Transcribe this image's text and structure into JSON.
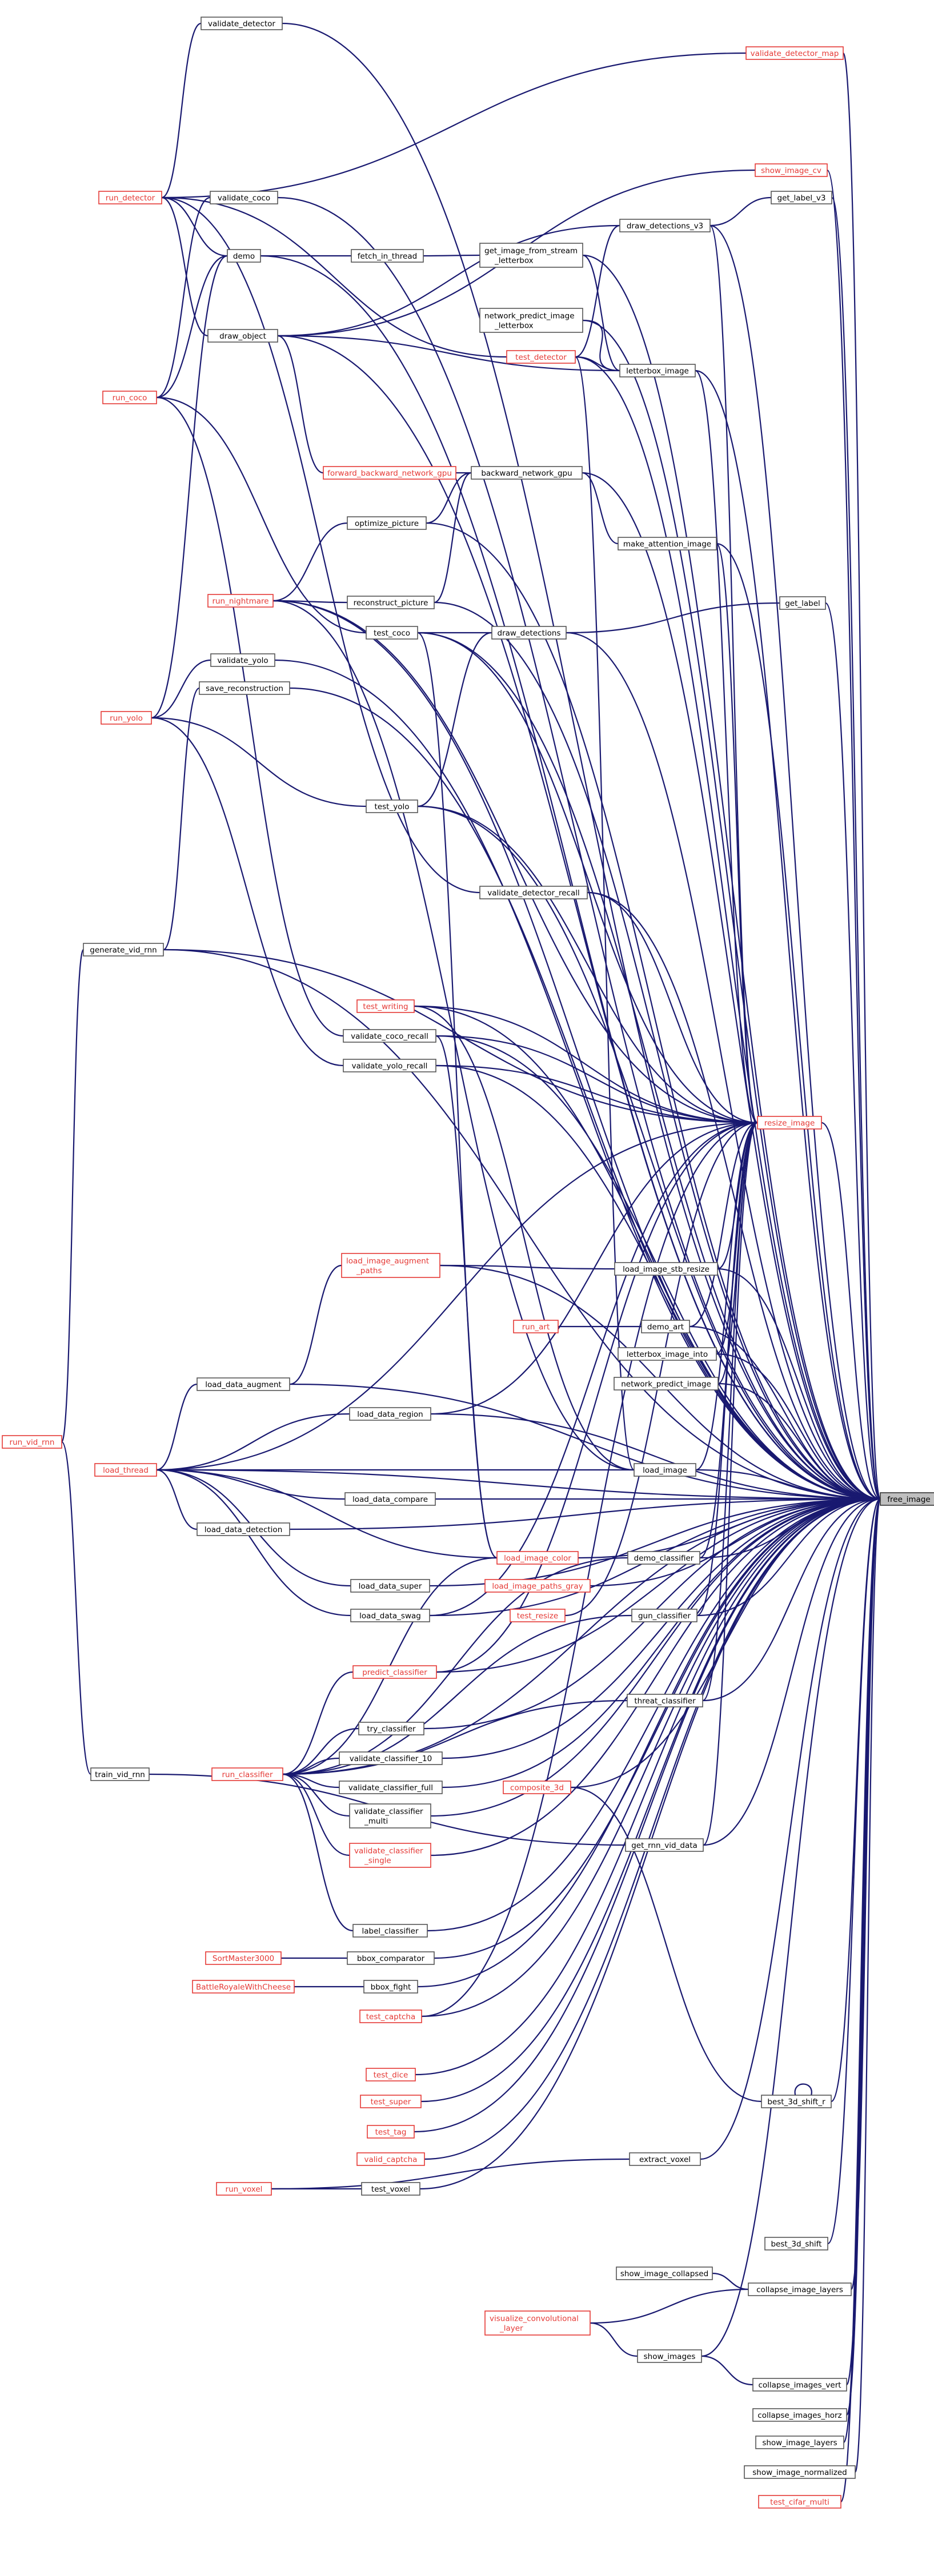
{
  "colors": {
    "edge": "#191970",
    "red_node": "#e53935",
    "target_fill": "#bfbfbf"
  },
  "nodes": [
    {
      "id": "free_image",
      "label": "free_image",
      "red": false,
      "target": true
    },
    {
      "id": "validate_detector",
      "label": "validate_detector",
      "red": false
    },
    {
      "id": "validate_detector_map",
      "label": "validate_detector_map",
      "red": true
    },
    {
      "id": "run_detector",
      "label": "run_detector",
      "red": true
    },
    {
      "id": "validate_coco",
      "label": "validate_coco",
      "red": false
    },
    {
      "id": "show_image_cv",
      "label": "show_image_cv",
      "red": true
    },
    {
      "id": "get_label_v3",
      "label": "get_label_v3",
      "red": false
    },
    {
      "id": "draw_detections_v3",
      "label": "draw_detections_v3",
      "red": false
    },
    {
      "id": "demo",
      "label": "demo",
      "red": false
    },
    {
      "id": "fetch_in_thread",
      "label": "fetch_in_thread",
      "red": false
    },
    {
      "id": "get_image_from_stream_letterbox",
      "label": "get_image_from_stream\n_letterbox",
      "red": false
    },
    {
      "id": "draw_object",
      "label": "draw_object",
      "red": false
    },
    {
      "id": "network_predict_image_letterbox",
      "label": "network_predict_image\n_letterbox",
      "red": false
    },
    {
      "id": "test_detector",
      "label": "test_detector",
      "red": true
    },
    {
      "id": "letterbox_image",
      "label": "letterbox_image",
      "red": false
    },
    {
      "id": "run_coco",
      "label": "run_coco",
      "red": true
    },
    {
      "id": "forward_backward_network_gpu",
      "label": "forward_backward_network_gpu",
      "red": true
    },
    {
      "id": "backward_network_gpu",
      "label": "backward_network_gpu",
      "red": false
    },
    {
      "id": "optimize_picture",
      "label": "optimize_picture",
      "red": false
    },
    {
      "id": "make_attention_image",
      "label": "make_attention_image",
      "red": false
    },
    {
      "id": "run_nightmare",
      "label": "run_nightmare",
      "red": true
    },
    {
      "id": "reconstruct_picture",
      "label": "reconstruct_picture",
      "red": false
    },
    {
      "id": "get_label",
      "label": "get_label",
      "red": false
    },
    {
      "id": "test_coco",
      "label": "test_coco",
      "red": false
    },
    {
      "id": "draw_detections",
      "label": "draw_detections",
      "red": false
    },
    {
      "id": "validate_yolo",
      "label": "validate_yolo",
      "red": false
    },
    {
      "id": "save_reconstruction",
      "label": "save_reconstruction",
      "red": false
    },
    {
      "id": "run_yolo",
      "label": "run_yolo",
      "red": true
    },
    {
      "id": "test_yolo",
      "label": "test_yolo",
      "red": false
    },
    {
      "id": "validate_detector_recall",
      "label": "validate_detector_recall",
      "red": false
    },
    {
      "id": "generate_vid_rnn",
      "label": "generate_vid_rnn",
      "red": false
    },
    {
      "id": "test_writing",
      "label": "test_writing",
      "red": true
    },
    {
      "id": "validate_coco_recall",
      "label": "validate_coco_recall",
      "red": false
    },
    {
      "id": "validate_yolo_recall",
      "label": "validate_yolo_recall",
      "red": false
    },
    {
      "id": "resize_image",
      "label": "resize_image",
      "red": true
    },
    {
      "id": "load_image_augment_paths",
      "label": "load_image_augment\n_paths",
      "red": true
    },
    {
      "id": "load_image_stb_resize",
      "label": "load_image_stb_resize",
      "red": false
    },
    {
      "id": "run_art",
      "label": "run_art",
      "red": true
    },
    {
      "id": "demo_art",
      "label": "demo_art",
      "red": false
    },
    {
      "id": "letterbox_image_into",
      "label": "letterbox_image_into",
      "red": false
    },
    {
      "id": "network_predict_image",
      "label": "network_predict_image",
      "red": false
    },
    {
      "id": "load_data_augment",
      "label": "load_data_augment",
      "red": false
    },
    {
      "id": "run_vid_rnn",
      "label": "run_vid_rnn",
      "red": true
    },
    {
      "id": "load_data_region",
      "label": "load_data_region",
      "red": false
    },
    {
      "id": "load_thread",
      "label": "load_thread",
      "red": true
    },
    {
      "id": "load_image",
      "label": "load_image",
      "red": false
    },
    {
      "id": "load_data_compare",
      "label": "load_data_compare",
      "red": false
    },
    {
      "id": "load_data_detection",
      "label": "load_data_detection",
      "red": false
    },
    {
      "id": "load_image_color",
      "label": "load_image_color",
      "red": true
    },
    {
      "id": "demo_classifier",
      "label": "demo_classifier",
      "red": false
    },
    {
      "id": "load_data_super",
      "label": "load_data_super",
      "red": false
    },
    {
      "id": "load_image_paths_gray",
      "label": "load_image_paths_gray",
      "red": true
    },
    {
      "id": "test_resize",
      "label": "test_resize",
      "red": true
    },
    {
      "id": "load_data_swag",
      "label": "load_data_swag",
      "red": false
    },
    {
      "id": "gun_classifier",
      "label": "gun_classifier",
      "red": false
    },
    {
      "id": "predict_classifier",
      "label": "predict_classifier",
      "red": true
    },
    {
      "id": "threat_classifier",
      "label": "threat_classifier",
      "red": false
    },
    {
      "id": "try_classifier",
      "label": "try_classifier",
      "red": false
    },
    {
      "id": "run_classifier",
      "label": "run_classifier",
      "red": true
    },
    {
      "id": "validate_classifier_10",
      "label": "validate_classifier_10",
      "red": false
    },
    {
      "id": "train_vid_rnn",
      "label": "train_vid_rnn",
      "red": false
    },
    {
      "id": "validate_classifier_full",
      "label": "validate_classifier_full",
      "red": false
    },
    {
      "id": "composite_3d",
      "label": "composite_3d",
      "red": true
    },
    {
      "id": "validate_classifier_multi",
      "label": "validate_classifier\n_multi",
      "red": false
    },
    {
      "id": "get_rnn_vid_data",
      "label": "get_rnn_vid_data",
      "red": false
    },
    {
      "id": "validate_classifier_single",
      "label": "validate_classifier\n_single",
      "red": true
    },
    {
      "id": "label_classifier",
      "label": "label_classifier",
      "red": false
    },
    {
      "id": "SortMaster3000",
      "label": "SortMaster3000",
      "red": true
    },
    {
      "id": "bbox_comparator",
      "label": "bbox_comparator",
      "red": false
    },
    {
      "id": "BattleRoyaleWithCheese",
      "label": "BattleRoyaleWithCheese",
      "red": true
    },
    {
      "id": "bbox_fight",
      "label": "bbox_fight",
      "red": false
    },
    {
      "id": "test_captcha",
      "label": "test_captcha",
      "red": true
    },
    {
      "id": "test_dice",
      "label": "test_dice",
      "red": true
    },
    {
      "id": "best_3d_shift_r",
      "label": "best_3d_shift_r",
      "red": false
    },
    {
      "id": "test_super",
      "label": "test_super",
      "red": true
    },
    {
      "id": "test_tag",
      "label": "test_tag",
      "red": true
    },
    {
      "id": "extract_voxel",
      "label": "extract_voxel",
      "red": false
    },
    {
      "id": "valid_captcha",
      "label": "valid_captcha",
      "red": true
    },
    {
      "id": "run_voxel",
      "label": "run_voxel",
      "red": true
    },
    {
      "id": "test_voxel",
      "label": "test_voxel",
      "red": false
    },
    {
      "id": "best_3d_shift",
      "label": "best_3d_shift",
      "red": false
    },
    {
      "id": "show_image_collapsed",
      "label": "show_image_collapsed",
      "red": false
    },
    {
      "id": "collapse_image_layers",
      "label": "collapse_image_layers",
      "red": false
    },
    {
      "id": "visualize_convolutional_layer",
      "label": "visualize_convolutional\n_layer",
      "red": true
    },
    {
      "id": "show_images",
      "label": "show_images",
      "red": false
    },
    {
      "id": "collapse_images_vert",
      "label": "collapse_images_vert",
      "red": false
    },
    {
      "id": "collapse_images_horz",
      "label": "collapse_images_horz",
      "red": false
    },
    {
      "id": "show_image_layers",
      "label": "show_image_layers",
      "red": false
    },
    {
      "id": "show_image_normalized",
      "label": "show_image_normalized",
      "red": false
    },
    {
      "id": "test_cifar_multi",
      "label": "test_cifar_multi",
      "red": true
    }
  ],
  "edges": [
    [
      "validate_detector",
      "run_detector"
    ],
    [
      "validate_detector_map",
      "run_detector"
    ],
    [
      "validate_coco",
      "run_coco"
    ],
    [
      "show_image_cv",
      "draw_object"
    ],
    [
      "get_label_v3",
      "draw_detections_v3"
    ],
    [
      "draw_detections_v3",
      "test_detector"
    ],
    [
      "draw_detections_v3",
      "draw_object"
    ],
    [
      "demo",
      "run_detector"
    ],
    [
      "demo",
      "run_coco"
    ],
    [
      "demo",
      "run_yolo"
    ],
    [
      "fetch_in_thread",
      "demo"
    ],
    [
      "get_image_from_stream_letterbox",
      "fetch_in_thread"
    ],
    [
      "draw_object",
      "run_detector"
    ],
    [
      "test_detector",
      "run_detector"
    ],
    [
      "network_predict_image_letterbox",
      "letterbox_image"
    ],
    [
      "letterbox_image",
      "test_detector"
    ],
    [
      "letterbox_image",
      "get_image_from_stream_letterbox"
    ],
    [
      "letterbox_image",
      "draw_object"
    ],
    [
      "forward_backward_network_gpu",
      "draw_object"
    ],
    [
      "backward_network_gpu",
      "forward_backward_network_gpu"
    ],
    [
      "backward_network_gpu",
      "optimize_picture"
    ],
    [
      "backward_network_gpu",
      "reconstruct_picture"
    ],
    [
      "optimize_picture",
      "run_nightmare"
    ],
    [
      "make_attention_image",
      "backward_network_gpu"
    ],
    [
      "reconstruct_picture",
      "run_nightmare"
    ],
    [
      "get_label",
      "draw_detections"
    ],
    [
      "test_coco",
      "run_coco"
    ],
    [
      "draw_detections",
      "test_coco"
    ],
    [
      "draw_detections",
      "test_yolo"
    ],
    [
      "validate_yolo",
      "run_yolo"
    ],
    [
      "save_reconstruction",
      "generate_vid_rnn"
    ],
    [
      "test_yolo",
      "run_yolo"
    ],
    [
      "validate_detector_recall",
      "run_detector"
    ],
    [
      "generate_vid_rnn",
      "run_vid_rnn"
    ],
    [
      "validate_coco_recall",
      "run_coco"
    ],
    [
      "validate_yolo_recall",
      "run_yolo"
    ],
    [
      "load_image_augment_paths",
      "load_data_augment"
    ],
    [
      "load_image_stb_resize",
      "load_image_augment_paths"
    ],
    [
      "demo_art",
      "run_art"
    ],
    [
      "load_data_augment",
      "load_thread"
    ],
    [
      "load_data_region",
      "load_thread"
    ],
    [
      "load_image",
      "load_thread"
    ],
    [
      "load_image",
      "test_detector"
    ],
    [
      "load_image",
      "test_writing"
    ],
    [
      "load_image",
      "run_nightmare"
    ],
    [
      "load_data_compare",
      "load_thread"
    ],
    [
      "load_data_detection",
      "load_thread"
    ],
    [
      "load_image_color",
      "load_thread"
    ],
    [
      "load_image_color",
      "test_coco"
    ],
    [
      "load_image_color",
      "validate_coco_recall"
    ],
    [
      "load_image_color",
      "run_classifier"
    ],
    [
      "demo_classifier",
      "run_classifier"
    ],
    [
      "load_data_super",
      "load_thread"
    ],
    [
      "load_data_swag",
      "load_thread"
    ],
    [
      "gun_classifier",
      "run_classifier"
    ],
    [
      "predict_classifier",
      "run_classifier"
    ],
    [
      "threat_classifier",
      "run_classifier"
    ],
    [
      "try_classifier",
      "run_classifier"
    ],
    [
      "validate_classifier_10",
      "run_classifier"
    ],
    [
      "train_vid_rnn",
      "run_vid_rnn"
    ],
    [
      "validate_classifier_full",
      "run_classifier"
    ],
    [
      "validate_classifier_multi",
      "run_classifier"
    ],
    [
      "get_rnn_vid_data",
      "train_vid_rnn"
    ],
    [
      "validate_classifier_single",
      "run_classifier"
    ],
    [
      "label_classifier",
      "run_classifier"
    ],
    [
      "bbox_comparator",
      "SortMaster3000"
    ],
    [
      "bbox_fight",
      "BattleRoyaleWithCheese"
    ],
    [
      "best_3d_shift_r",
      "composite_3d"
    ],
    [
      "best_3d_shift_r",
      "best_3d_shift_r"
    ],
    [
      "extract_voxel",
      "run_voxel"
    ],
    [
      "test_voxel",
      "run_voxel"
    ],
    [
      "collapse_image_layers",
      "show_image_collapsed"
    ],
    [
      "collapse_image_layers",
      "visualize_convolutional_layer"
    ],
    [
      "show_images",
      "visualize_convolutional_layer"
    ],
    [
      "collapse_images_vert",
      "show_images"
    ],
    [
      "resize_image",
      "letterbox_image"
    ],
    [
      "resize_image",
      "make_attention_image"
    ],
    [
      "resize_image",
      "load_image_stb_resize"
    ],
    [
      "resize_image",
      "demo_art"
    ],
    [
      "resize_image",
      "test_writing"
    ],
    [
      "resize_image",
      "validate_coco_recall"
    ],
    [
      "resize_image",
      "validate_yolo_recall"
    ],
    [
      "resize_image",
      "test_yolo"
    ],
    [
      "resize_image",
      "validate_detector_recall"
    ],
    [
      "resize_image",
      "generate_vid_rnn"
    ],
    [
      "resize_image",
      "test_coco"
    ],
    [
      "resize_image",
      "letterbox_image_into"
    ],
    [
      "resize_image",
      "network_predict_image"
    ],
    [
      "resize_image",
      "load_image"
    ],
    [
      "resize_image",
      "demo_classifier"
    ],
    [
      "resize_image",
      "gun_classifier"
    ],
    [
      "resize_image",
      "threat_classifier"
    ],
    [
      "resize_image",
      "load_data_region"
    ],
    [
      "resize_image",
      "load_data_swag"
    ],
    [
      "resize_image",
      "test_resize"
    ],
    [
      "resize_image",
      "run_nightmare"
    ],
    [
      "resize_image",
      "predict_classifier"
    ],
    [
      "resize_image",
      "test_captcha"
    ],
    [
      "resize_image",
      "get_rnn_vid_data"
    ],
    [
      "resize_image",
      "load_thread"
    ],
    [
      "resize_image",
      "draw_detections_v3"
    ],
    [
      "free_image",
      "validate_detector"
    ],
    [
      "free_image",
      "validate_detector_map"
    ],
    [
      "free_image",
      "validate_coco"
    ],
    [
      "free_image",
      "show_image_cv"
    ],
    [
      "free_image",
      "get_label_v3"
    ],
    [
      "free_image",
      "draw_detections_v3"
    ],
    [
      "free_image",
      "demo"
    ],
    [
      "free_image",
      "get_image_from_stream_letterbox"
    ],
    [
      "free_image",
      "draw_object"
    ],
    [
      "free_image",
      "network_predict_image_letterbox"
    ],
    [
      "free_image",
      "test_detector"
    ],
    [
      "free_image",
      "letterbox_image"
    ],
    [
      "free_image",
      "backward_network_gpu"
    ],
    [
      "free_image",
      "optimize_picture"
    ],
    [
      "free_image",
      "make_attention_image"
    ],
    [
      "free_image",
      "run_nightmare"
    ],
    [
      "free_image",
      "reconstruct_picture"
    ],
    [
      "free_image",
      "get_label"
    ],
    [
      "free_image",
      "test_coco"
    ],
    [
      "free_image",
      "draw_detections"
    ],
    [
      "free_image",
      "validate_yolo"
    ],
    [
      "free_image",
      "save_reconstruction"
    ],
    [
      "free_image",
      "test_yolo"
    ],
    [
      "free_image",
      "validate_detector_recall"
    ],
    [
      "free_image",
      "generate_vid_rnn"
    ],
    [
      "free_image",
      "test_writing"
    ],
    [
      "free_image",
      "validate_coco_recall"
    ],
    [
      "free_image",
      "validate_yolo_recall"
    ],
    [
      "free_image",
      "resize_image"
    ],
    [
      "free_image",
      "load_image_augment_paths"
    ],
    [
      "free_image",
      "load_image_stb_resize"
    ],
    [
      "free_image",
      "demo_art"
    ],
    [
      "free_image",
      "letterbox_image_into"
    ],
    [
      "free_image",
      "network_predict_image"
    ],
    [
      "free_image",
      "load_data_augment"
    ],
    [
      "free_image",
      "load_data_region"
    ],
    [
      "free_image",
      "load_image"
    ],
    [
      "free_image",
      "load_data_compare"
    ],
    [
      "free_image",
      "load_data_detection"
    ],
    [
      "free_image",
      "load_image_color"
    ],
    [
      "free_image",
      "demo_classifier"
    ],
    [
      "free_image",
      "load_data_super"
    ],
    [
      "free_image",
      "load_image_paths_gray"
    ],
    [
      "free_image",
      "load_data_swag"
    ],
    [
      "free_image",
      "gun_classifier"
    ],
    [
      "free_image",
      "predict_classifier"
    ],
    [
      "free_image",
      "threat_classifier"
    ],
    [
      "free_image",
      "try_classifier"
    ],
    [
      "free_image",
      "validate_classifier_10"
    ],
    [
      "free_image",
      "validate_classifier_full"
    ],
    [
      "free_image",
      "composite_3d"
    ],
    [
      "free_image",
      "validate_classifier_multi"
    ],
    [
      "free_image",
      "get_rnn_vid_data"
    ],
    [
      "free_image",
      "validate_classifier_single"
    ],
    [
      "free_image",
      "label_classifier"
    ],
    [
      "free_image",
      "bbox_comparator"
    ],
    [
      "free_image",
      "bbox_fight"
    ],
    [
      "free_image",
      "test_captcha"
    ],
    [
      "free_image",
      "test_dice"
    ],
    [
      "free_image",
      "best_3d_shift_r"
    ],
    [
      "free_image",
      "test_super"
    ],
    [
      "free_image",
      "test_tag"
    ],
    [
      "free_image",
      "extract_voxel"
    ],
    [
      "free_image",
      "valid_captcha"
    ],
    [
      "free_image",
      "test_voxel"
    ],
    [
      "free_image",
      "best_3d_shift"
    ],
    [
      "free_image",
      "collapse_image_layers"
    ],
    [
      "free_image",
      "show_images"
    ],
    [
      "free_image",
      "collapse_images_vert"
    ],
    [
      "free_image",
      "collapse_images_horz"
    ],
    [
      "free_image",
      "show_image_layers"
    ],
    [
      "free_image",
      "show_image_normalized"
    ],
    [
      "free_image",
      "test_cifar_multi"
    ],
    [
      "free_image",
      "load_thread"
    ],
    [
      "free_image",
      "run_classifier"
    ]
  ]
}
